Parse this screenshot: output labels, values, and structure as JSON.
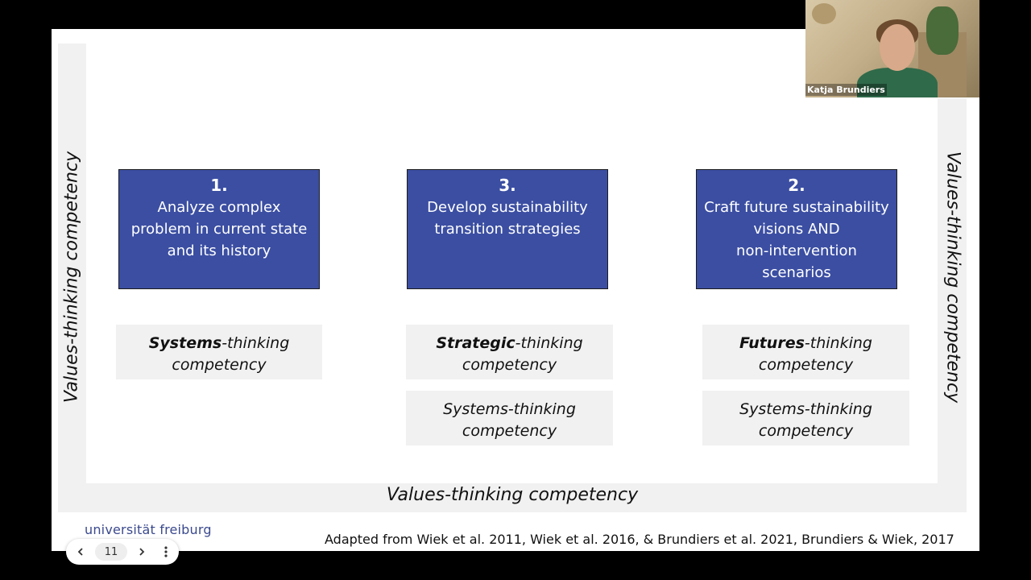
{
  "slide": {
    "values_label_left": "Values-thinking competency",
    "values_label_right": "Values-thinking competency",
    "values_label_bottom": "Values-thinking competency",
    "boxes": [
      {
        "number": "1.",
        "text": "Analyze complex\nproblem in current state\nand its history"
      },
      {
        "number": "3.",
        "text": "Develop sustainability\ntransition strategies"
      },
      {
        "number": "2.",
        "text": "Craft future sustainability\nvisions AND\nnon-intervention\nscenarios"
      }
    ],
    "competencies": {
      "systems": {
        "bold": "Systems",
        "rest": "-thinking",
        "line2": "competency"
      },
      "strategic": {
        "bold": "Strategic",
        "rest": "-thinking",
        "line2": "competency"
      },
      "futures": {
        "bold": "Futures",
        "rest": "-thinking",
        "line2": "competency"
      },
      "strategic_secondary": {
        "line1": "Systems-thinking",
        "line2": "competency"
      },
      "futures_secondary": {
        "line1": "Systems-thinking",
        "line2": "competency"
      }
    },
    "logo": "universität freiburg",
    "citation": "Adapted from Wiek et al. 2011, Wiek et al. 2016,  & Brundiers et al. 2021, Brundiers & Wiek, 2017"
  },
  "controls": {
    "prev_icon": "chevron-left-icon",
    "page": "11",
    "next_icon": "chevron-right-icon",
    "more_icon": "more-vertical-icon"
  },
  "video": {
    "participant_name": "Katja Brundiers"
  },
  "colors": {
    "box_fill": "#3b4ea2",
    "frame": "#f1f1f1",
    "logo": "#3b4a8e"
  }
}
